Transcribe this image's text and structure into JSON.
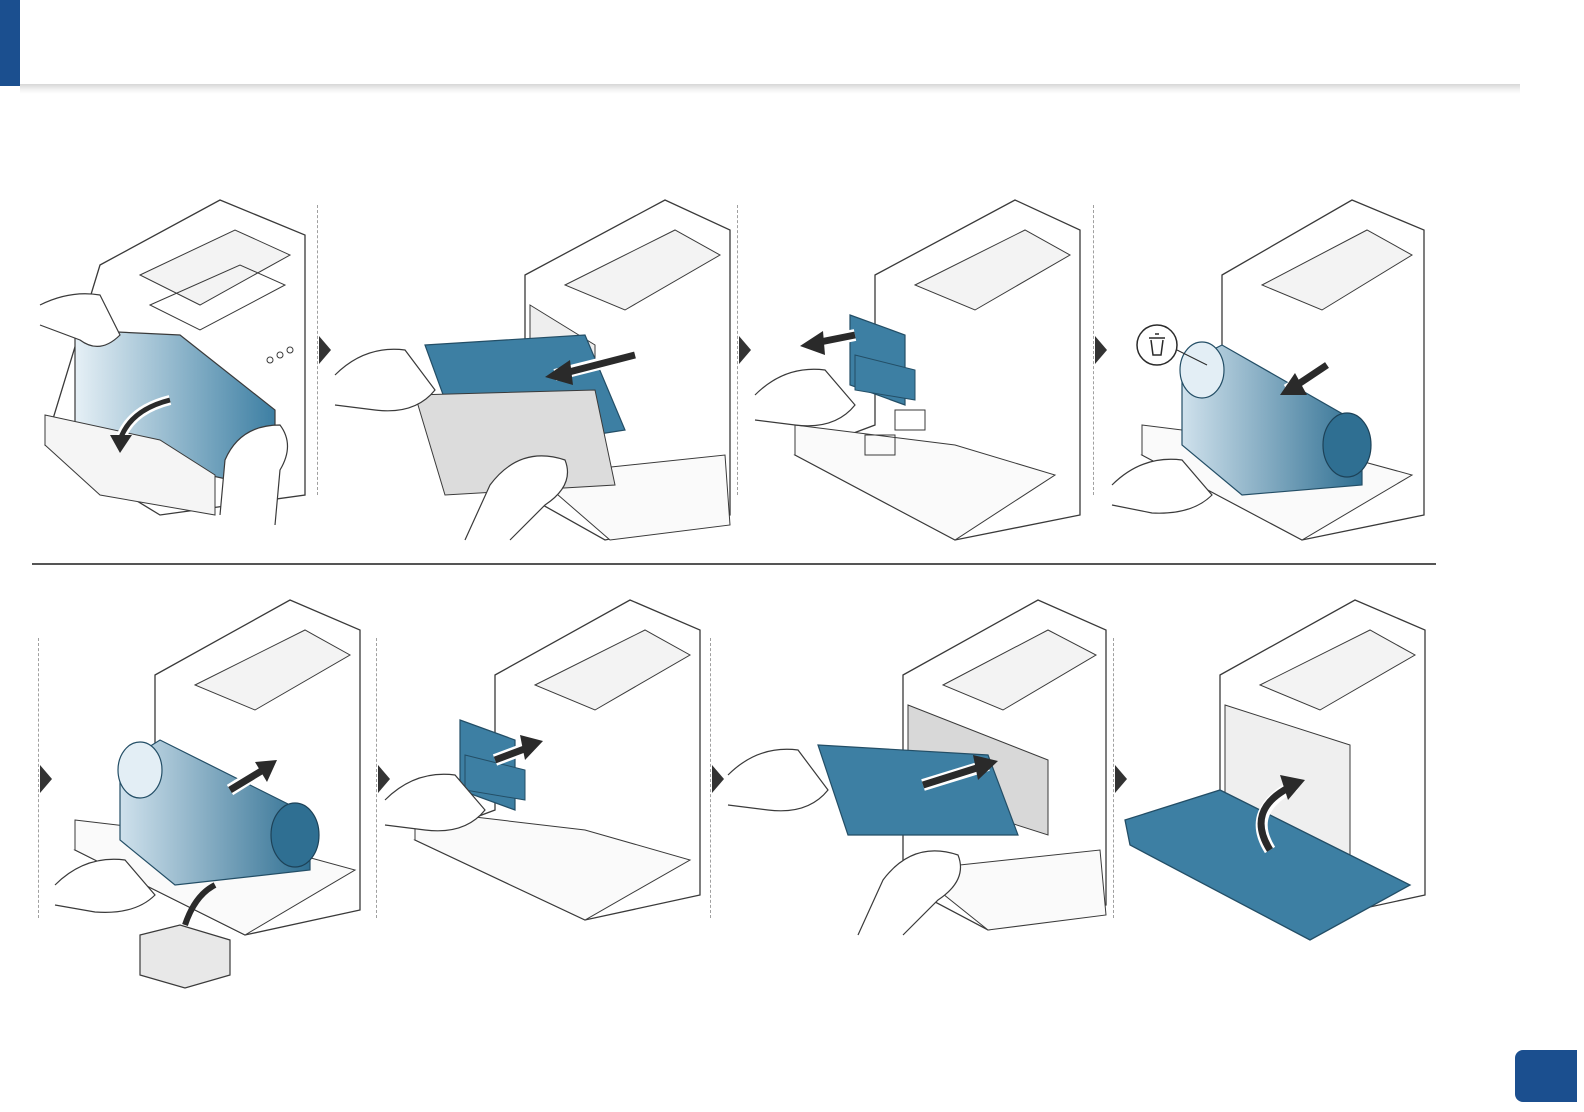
{
  "header": {
    "accent_color": "#1b4f8f"
  },
  "illustration": {
    "accent_color": "#3d7fa3",
    "line_color": "#3a3a3a",
    "steps": [
      {
        "action": "open-front-cover",
        "arrow": "down"
      },
      {
        "action": "pull-out-imaging-unit",
        "arrow": "left"
      },
      {
        "action": "remove-toner-cartridges",
        "arrow": "left"
      },
      {
        "action": "remove-waste-toner-container",
        "arrow": "left",
        "icon": "recycle-bin-icon"
      },
      {
        "action": "insert-new-waste-toner-container",
        "arrow": "right"
      },
      {
        "action": "insert-toner-cartridges",
        "arrow": "right"
      },
      {
        "action": "push-in-imaging-unit",
        "arrow": "right"
      },
      {
        "action": "close-front-cover",
        "arrow": "up"
      }
    ]
  },
  "footer": {
    "page_number": ""
  }
}
